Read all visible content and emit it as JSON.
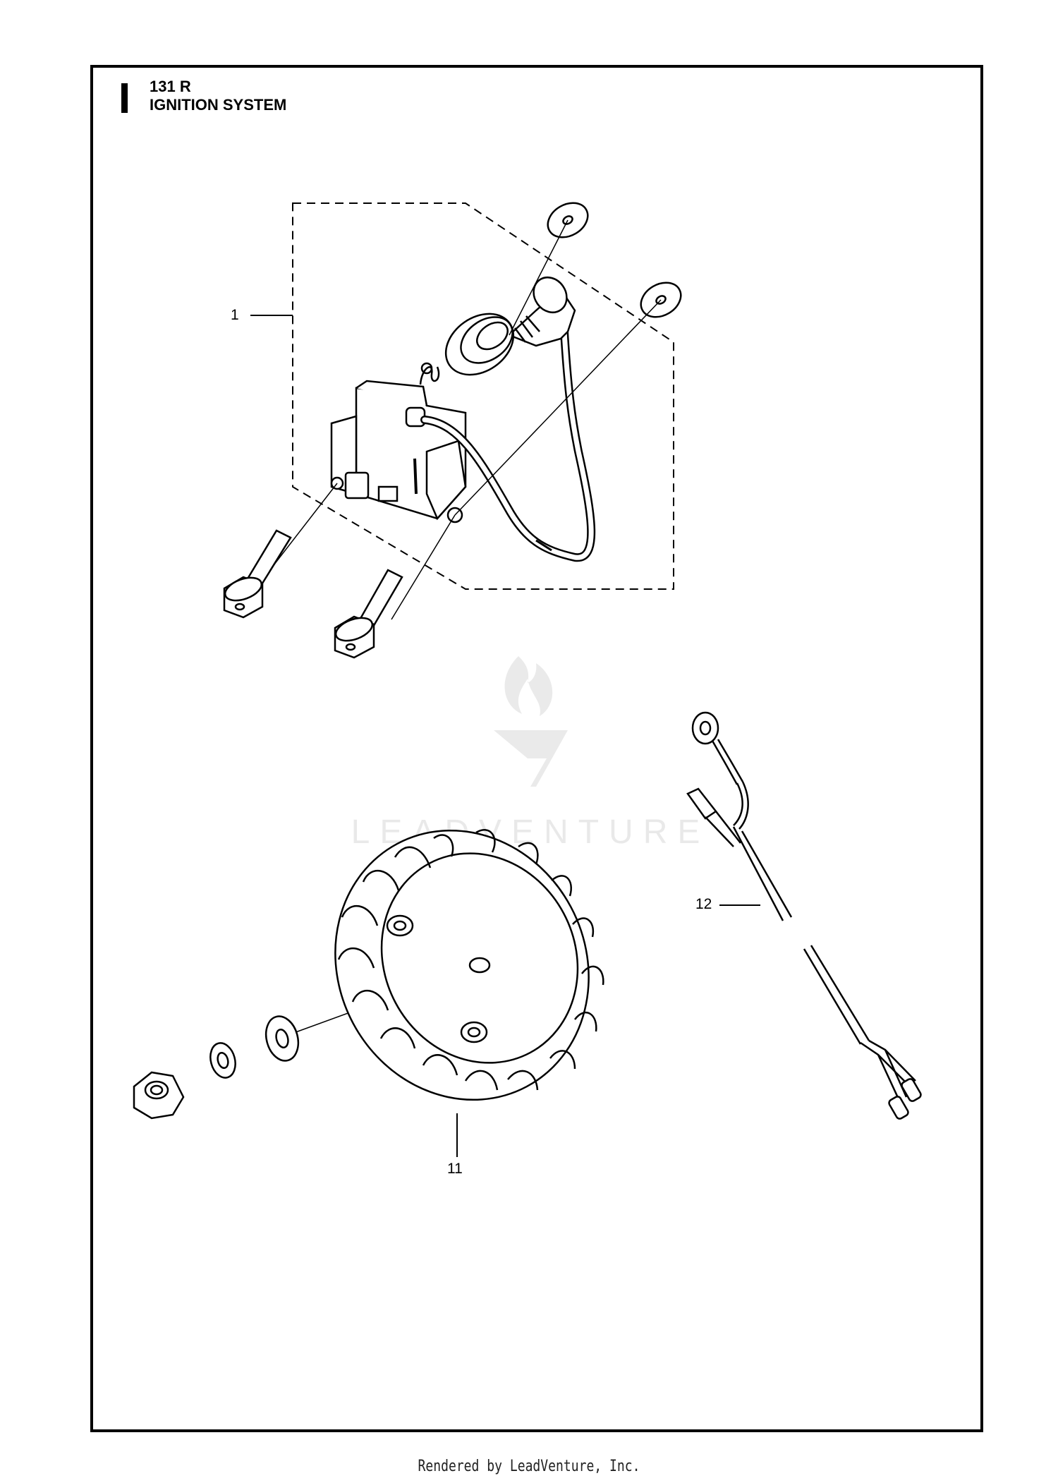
{
  "header": {
    "model": "131 R",
    "section": "IGNITION SYSTEM"
  },
  "callouts": {
    "item_1": "1",
    "item_11": "11",
    "item_12": "12"
  },
  "watermark": {
    "text": "LEADVENTURE"
  },
  "footer": {
    "credit": "Rendered by LeadVenture, Inc."
  }
}
